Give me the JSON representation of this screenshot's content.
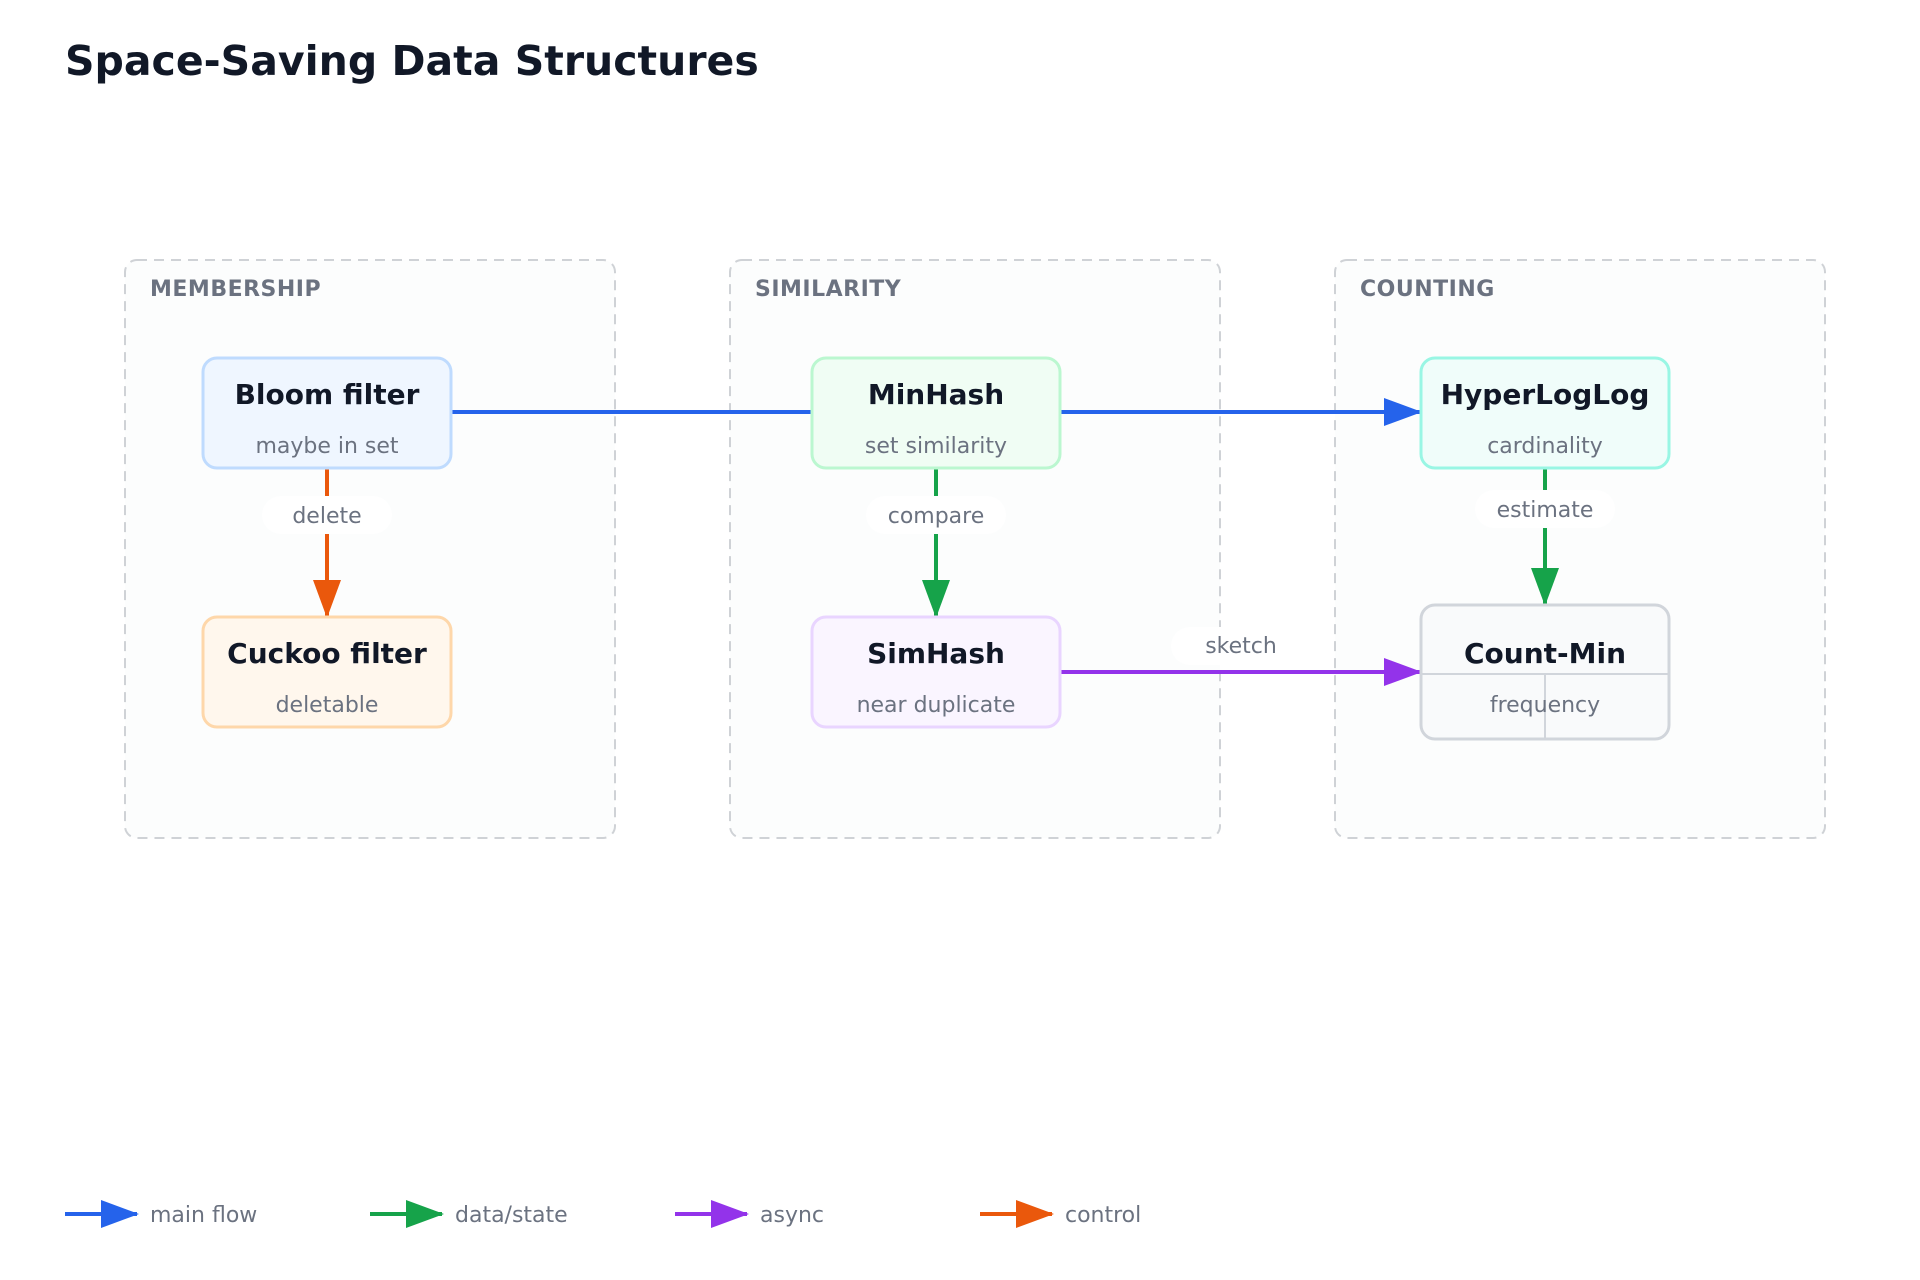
{
  "title": "Space-Saving Data Structures",
  "groups": {
    "membership": "MEMBERSHIP",
    "similarity": "SIMILARITY",
    "counting": "COUNTING"
  },
  "nodes": {
    "bloom": {
      "title": "Bloom filter",
      "subtitle": "maybe in set"
    },
    "cuckoo": {
      "title": "Cuckoo filter",
      "subtitle": "deletable"
    },
    "minhash": {
      "title": "MinHash",
      "subtitle": "set similarity"
    },
    "simhash": {
      "title": "SimHash",
      "subtitle": "near duplicate"
    },
    "hll": {
      "title": "HyperLogLog",
      "subtitle": "cardinality"
    },
    "countmin": {
      "title": "Count-Min",
      "subtitle": "frequency"
    }
  },
  "edges": {
    "delete": "delete",
    "compare": "compare",
    "estimate": "estimate",
    "sketch": "sketch"
  },
  "legend": {
    "main_flow": "main flow",
    "data_state": "data/state",
    "async": "async",
    "control": "control"
  },
  "colors": {
    "main_flow": "#2563eb",
    "data_state": "#16a34a",
    "async": "#9333ea",
    "control": "#ea580c"
  }
}
